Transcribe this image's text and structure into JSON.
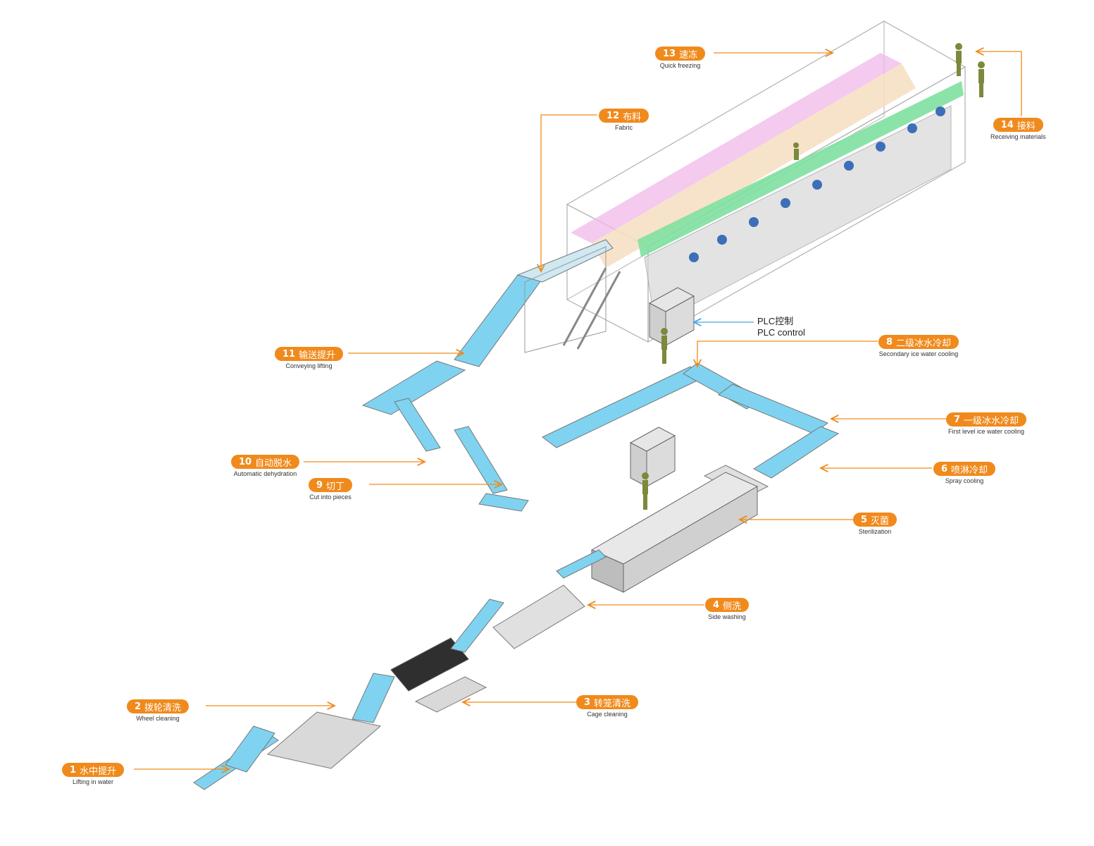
{
  "labels": [
    {
      "num": "1",
      "zh": "水中提升",
      "en": "Lifting in water"
    },
    {
      "num": "2",
      "zh": "拨轮清洗",
      "en": "Wheel cleaning"
    },
    {
      "num": "3",
      "zh": "转笼清洗",
      "en": "Cage cleaning"
    },
    {
      "num": "4",
      "zh": "侧洗",
      "en": "Side washing"
    },
    {
      "num": "5",
      "zh": "灭菌",
      "en": "Sterilization"
    },
    {
      "num": "6",
      "zh": "喷淋冷却",
      "en": "Spray cooling"
    },
    {
      "num": "7",
      "zh": "一级冰水冷却",
      "en": "First level ice water cooling"
    },
    {
      "num": "8",
      "zh": "二级冰水冷却",
      "en": "Secondary ice water cooling"
    },
    {
      "num": "9",
      "zh": "切丁",
      "en": "Cut into pieces"
    },
    {
      "num": "10",
      "zh": "自动脱水",
      "en": "Automatic dehydration"
    },
    {
      "num": "11",
      "zh": "输送提升",
      "en": "Conveying lifting"
    },
    {
      "num": "12",
      "zh": "布料",
      "en": "Fabric"
    },
    {
      "num": "13",
      "zh": "速冻",
      "en": "Quick freezing"
    },
    {
      "num": "14",
      "zh": "接料",
      "en": "Receiving materials"
    }
  ],
  "plc": {
    "zh": "PLC控制",
    "en": "PLC control"
  },
  "colors": {
    "accent": "#f08a1c",
    "belt": "#7fd3f0",
    "frame": "#9a9a9a",
    "plc_line": "#4aa8e0"
  }
}
